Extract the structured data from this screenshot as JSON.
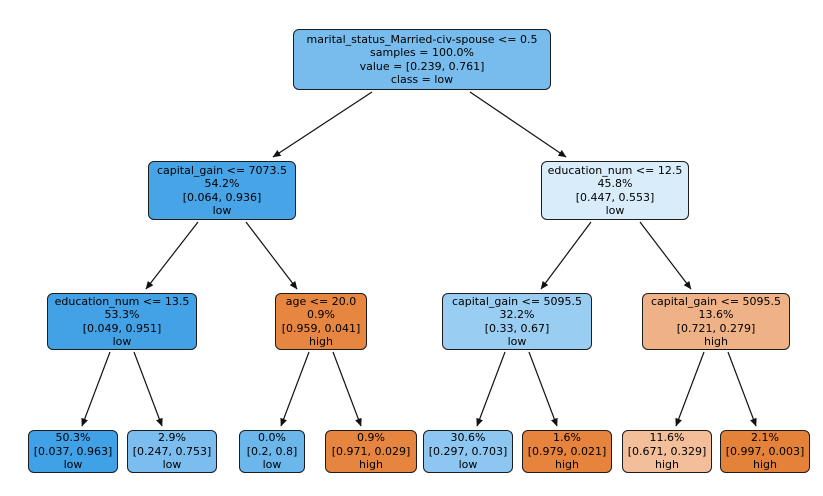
{
  "figure": {
    "background_color": "#ffffff",
    "edge_color": "#111111",
    "node_border_color": "#1c1c1c",
    "class_colors": {
      "high": "#e58139",
      "low": "#399de5"
    }
  },
  "diagram": {
    "type": "decision-tree",
    "nodes": [
      {
        "id": "root",
        "color": "#77bced",
        "lines": [
          "marital_status_Married-civ-spouse <= 0.5",
          "samples = 100.0%",
          "value = [0.239, 0.761]",
          "class = low"
        ]
      },
      {
        "id": "split-capital-gain-7073",
        "color": "#46a4e7",
        "lines": [
          "capital_gain <= 7073.5",
          "54.2%",
          "[0.064, 0.936]",
          "low"
        ]
      },
      {
        "id": "split-education-num-12",
        "color": "#d9ecfa",
        "lines": [
          "education_num <= 12.5",
          "45.8%",
          "[0.447, 0.553]",
          "low"
        ]
      },
      {
        "id": "split-education-num-13",
        "color": "#43a2e6",
        "lines": [
          "education_num <= 13.5",
          "53.3%",
          "[0.049, 0.951]",
          "low"
        ]
      },
      {
        "id": "split-age-20",
        "color": "#e68641",
        "lines": [
          "age <= 20.0",
          "0.9%",
          "[0.959, 0.041]",
          "high"
        ]
      },
      {
        "id": "split-capital-gain-5095-left",
        "color": "#9acdf2",
        "lines": [
          "capital_gain <= 5095.5",
          "32.2%",
          "[0.33, 0.67]",
          "low"
        ]
      },
      {
        "id": "split-capital-gain-5095-right",
        "color": "#efb286",
        "lines": [
          "capital_gain <= 5095.5",
          "13.6%",
          "[0.721, 0.279]",
          "high"
        ]
      },
      {
        "id": "leaf-1",
        "color": "#41a1e6",
        "lines": [
          "50.3%",
          "[0.037, 0.963]",
          "low"
        ]
      },
      {
        "id": "leaf-2",
        "color": "#7abdee",
        "lines": [
          "2.9%",
          "[0.247, 0.753]",
          "low"
        ]
      },
      {
        "id": "leaf-3",
        "color": "#6bb6eb",
        "lines": [
          "0.0%",
          "[0.2, 0.8]",
          "low"
        ]
      },
      {
        "id": "leaf-4",
        "color": "#e6853f",
        "lines": [
          "0.9%",
          "[0.971, 0.029]",
          "high"
        ]
      },
      {
        "id": "leaf-5",
        "color": "#8dc6f0",
        "lines": [
          "30.6%",
          "[0.297, 0.703]",
          "low"
        ]
      },
      {
        "id": "leaf-6",
        "color": "#e6843e",
        "lines": [
          "1.6%",
          "[0.979, 0.021]",
          "high"
        ]
      },
      {
        "id": "leaf-7",
        "color": "#f2bf9a",
        "lines": [
          "11.6%",
          "[0.671, 0.329]",
          "high"
        ]
      },
      {
        "id": "leaf-8",
        "color": "#e5823a",
        "lines": [
          "2.1%",
          "[0.997, 0.003]",
          "high"
        ]
      }
    ],
    "edges": [
      {
        "from": "root",
        "to": "split-capital-gain-7073"
      },
      {
        "from": "root",
        "to": "split-education-num-12"
      },
      {
        "from": "split-capital-gain-7073",
        "to": "split-education-num-13"
      },
      {
        "from": "split-capital-gain-7073",
        "to": "split-age-20"
      },
      {
        "from": "split-education-num-12",
        "to": "split-capital-gain-5095-left"
      },
      {
        "from": "split-education-num-12",
        "to": "split-capital-gain-5095-right"
      },
      {
        "from": "split-education-num-13",
        "to": "leaf-1"
      },
      {
        "from": "split-education-num-13",
        "to": "leaf-2"
      },
      {
        "from": "split-age-20",
        "to": "leaf-3"
      },
      {
        "from": "split-age-20",
        "to": "leaf-4"
      },
      {
        "from": "split-capital-gain-5095-left",
        "to": "leaf-5"
      },
      {
        "from": "split-capital-gain-5095-left",
        "to": "leaf-6"
      },
      {
        "from": "split-capital-gain-5095-right",
        "to": "leaf-7"
      },
      {
        "from": "split-capital-gain-5095-right",
        "to": "leaf-8"
      }
    ]
  }
}
